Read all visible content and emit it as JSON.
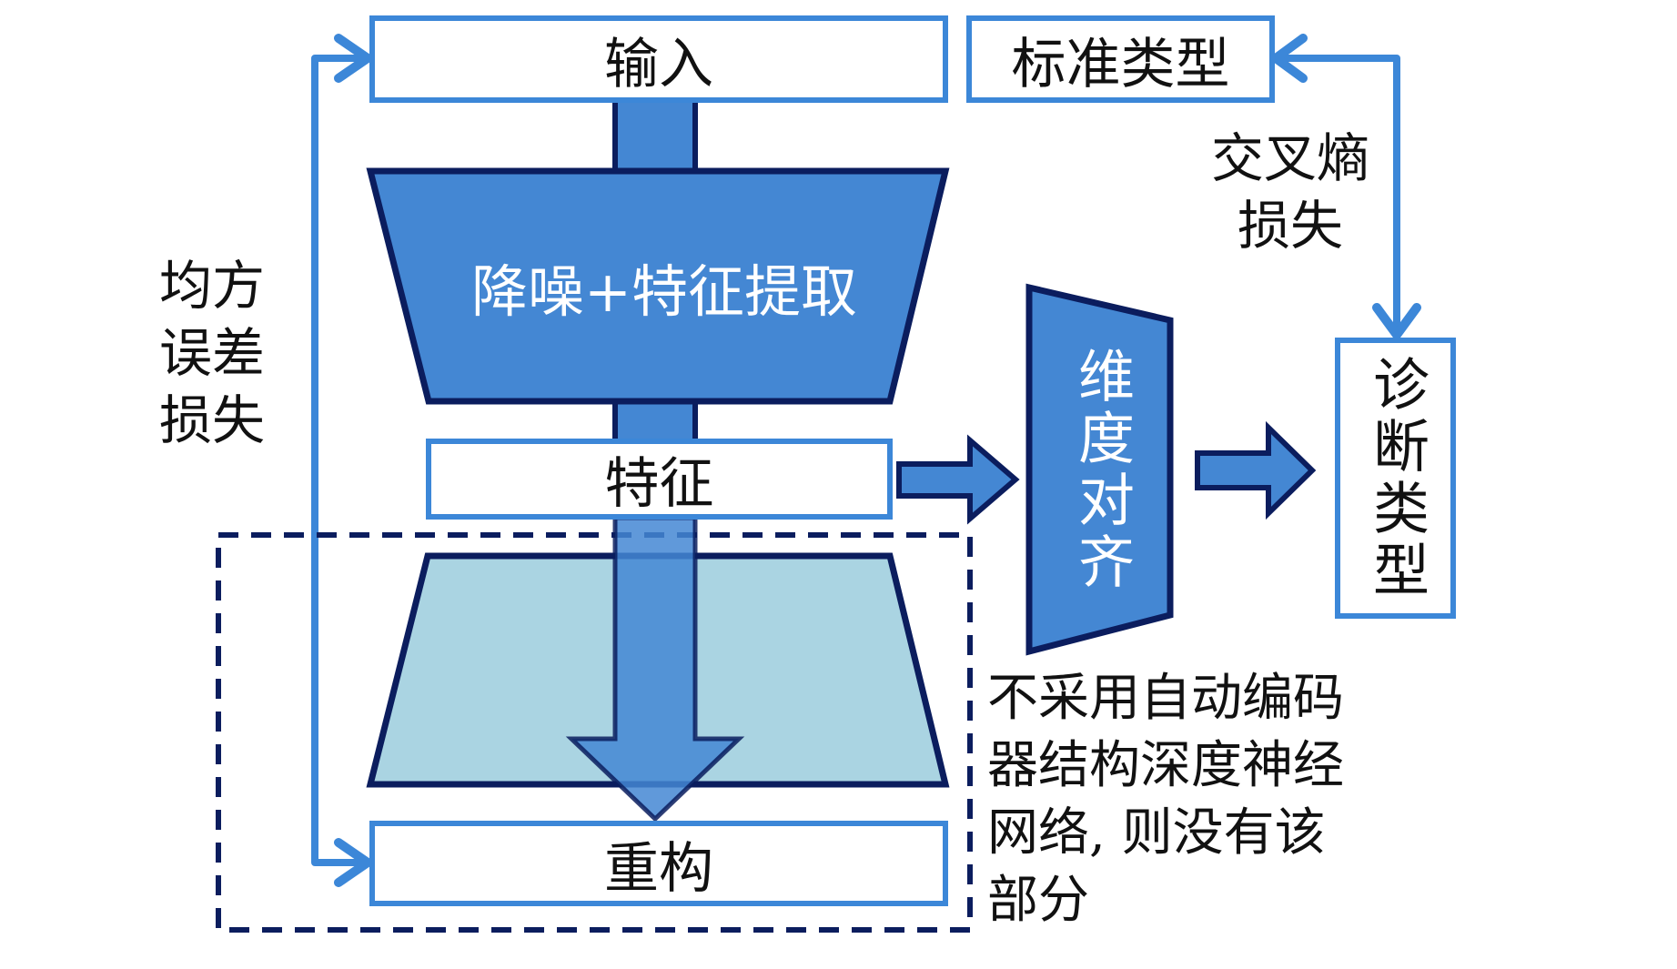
{
  "diagram": {
    "nodes": {
      "input": "输入",
      "standard_type": "标准类型",
      "encoder": "降噪+特征提取",
      "features": "特征",
      "reconstruction": "重构",
      "dim_alignment": "维度对齐",
      "diagnosis_type": "诊断类型"
    },
    "loss_labels": {
      "mse_loss": [
        "均方",
        "误差",
        "损失"
      ],
      "cross_entropy_loss": [
        "交叉熵",
        "损失"
      ]
    },
    "note": [
      "不采用自动编码",
      "器结构深度神经",
      "网络, 则没有该",
      "部分"
    ],
    "colors": {
      "block_fill": "#4487d3",
      "block_outline": "#0b1d5e",
      "line_blue": "#3c87d8",
      "decoder_fill": "#aad4e2",
      "dashed_outline": "#0b1d5e"
    }
  }
}
